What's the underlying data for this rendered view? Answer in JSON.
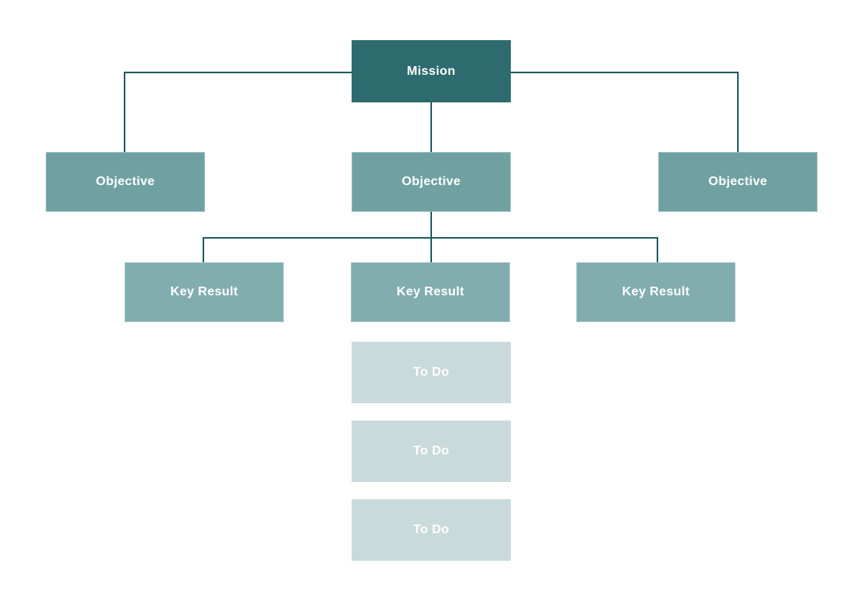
{
  "diagram": {
    "type": "okr-flowchart",
    "mission": {
      "label": "Mission"
    },
    "objectives": [
      {
        "label": "Objective"
      },
      {
        "label": "Objective",
        "key_results": [
          {
            "label": "Key Result"
          },
          {
            "label": "Key Result",
            "todos": [
              {
                "label": "To Do"
              },
              {
                "label": "To Do"
              },
              {
                "label": "To Do"
              }
            ]
          },
          {
            "label": "Key Result"
          }
        ]
      },
      {
        "label": "Objective"
      }
    ]
  },
  "colors": {
    "mission_fill": "#2e6b6e",
    "objective_fill": "#6fa1a2",
    "key_result_fill": "#82adae",
    "todo_fill": "#c9dadb",
    "connector": "#1e5c5f",
    "label_text": "#ffffff",
    "background": "#ffffff"
  }
}
